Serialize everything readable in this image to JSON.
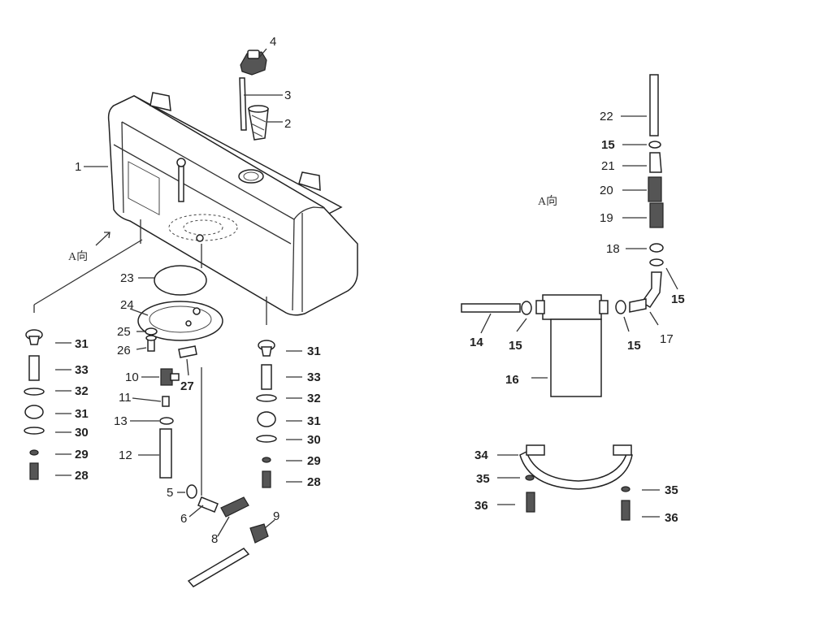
{
  "view_labels": {
    "left": "A向",
    "right": "A向"
  },
  "callouts": {
    "c1": "1",
    "c2": "2",
    "c3": "3",
    "c4": "4",
    "c5": "5",
    "c6": "6",
    "c8": "8",
    "c9": "9",
    "c10": "10",
    "c11": "11",
    "c12": "12",
    "c13": "13",
    "c14": "14",
    "c15a": "15",
    "c15b": "15",
    "c15c": "15",
    "c15d": "15",
    "c16": "16",
    "c17": "17",
    "c18": "18",
    "c19": "19",
    "c20": "20",
    "c21": "21",
    "c22": "22",
    "c23": "23",
    "c24": "24",
    "c25": "25",
    "c26": "26",
    "c27": "27",
    "c28L": "28",
    "c29L": "29",
    "c30L": "30",
    "c31L1": "31",
    "c31L2": "31",
    "c32L": "32",
    "c33L": "33",
    "c28R": "28",
    "c29R": "29",
    "c30R": "30",
    "c31R1": "31",
    "c31R2": "31",
    "c32R": "32",
    "c33R": "33",
    "c34": "34",
    "c35a": "35",
    "c35b": "35",
    "c36a": "36",
    "c36b": "36"
  }
}
